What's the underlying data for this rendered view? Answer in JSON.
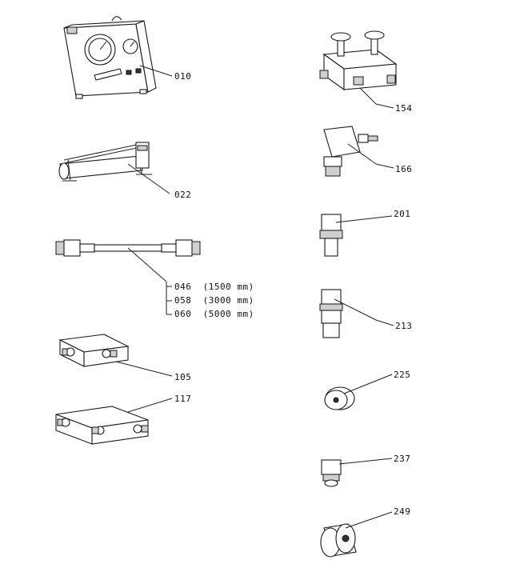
{
  "parts": [
    {
      "id": "p010",
      "label": "010"
    },
    {
      "id": "p022",
      "label": "022"
    },
    {
      "id": "p046",
      "label": "046  (1500 mm)"
    },
    {
      "id": "p058",
      "label": "058  (3000 mm)"
    },
    {
      "id": "p060",
      "label": "060  (5000 mm)"
    },
    {
      "id": "p105",
      "label": "105"
    },
    {
      "id": "p117",
      "label": "117"
    },
    {
      "id": "p154",
      "label": "154"
    },
    {
      "id": "p166",
      "label": "166"
    },
    {
      "id": "p201",
      "label": "201"
    },
    {
      "id": "p213",
      "label": "213"
    },
    {
      "id": "p225",
      "label": "225"
    },
    {
      "id": "p237",
      "label": "237"
    },
    {
      "id": "p249",
      "label": "249"
    }
  ]
}
